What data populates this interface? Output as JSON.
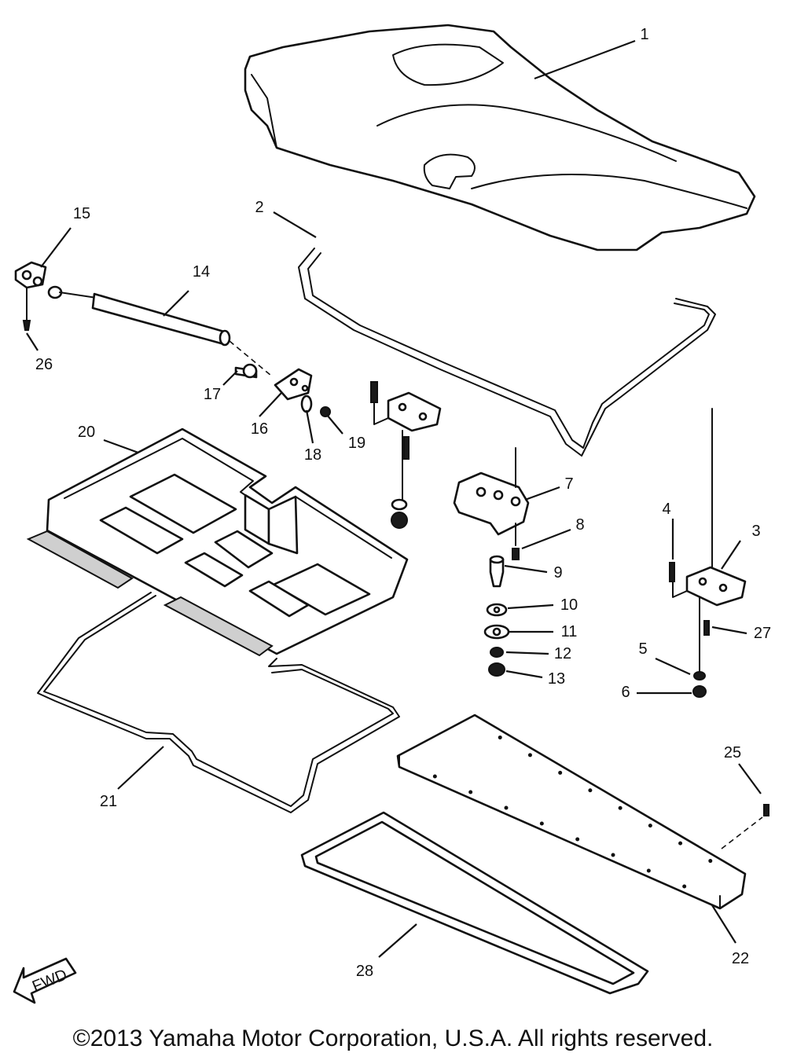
{
  "callouts": [
    "1",
    "2",
    "3",
    "4",
    "5",
    "6",
    "7",
    "8",
    "9",
    "10",
    "11",
    "12",
    "13",
    "14",
    "15",
    "16",
    "17",
    "18",
    "19",
    "20",
    "21",
    "22",
    "25",
    "26",
    "27",
    "28"
  ],
  "fwd_label": "FWD",
  "copyright": "©2013 Yamaha Motor Corporation, U.S.A. All rights reserved."
}
